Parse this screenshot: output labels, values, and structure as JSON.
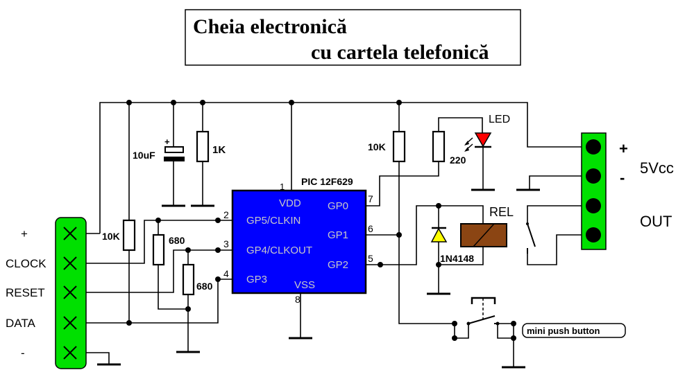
{
  "title": {
    "line1": "Cheia electronică",
    "line2": "cu cartela telefonică"
  },
  "card_connector": {
    "pins": [
      "+",
      "CLOCK",
      "RESET",
      "DATA",
      "-"
    ],
    "color": "#00e000"
  },
  "power_connector": {
    "labels": {
      "plus": "+",
      "minus": "-",
      "supply": "5Vcc",
      "out": "OUT"
    },
    "color": "#00e000"
  },
  "components": {
    "c1": "10uF",
    "c1_polarity": "+",
    "r_1k": "1K",
    "r_10k_left": "10K",
    "r_680_a": "680",
    "r_680_b": "680",
    "r_10k_right": "10K",
    "r_220": "220",
    "led": "LED",
    "relay": "REL",
    "diode": "1N4148",
    "button": "mini push button"
  },
  "chip": {
    "name": "PIC 12F629",
    "color": "#0000ff",
    "pins_left": [
      {
        "num": "2",
        "label": "GP5/CLKIN"
      },
      {
        "num": "3",
        "label": "GP4/CLKOUT"
      },
      {
        "num": "4",
        "label": "GP3"
      }
    ],
    "pins_right": [
      {
        "num": "7",
        "label": "GP0"
      },
      {
        "num": "6",
        "label": "GP1"
      },
      {
        "num": "5",
        "label": "GP2"
      }
    ],
    "vdd": {
      "num": "1",
      "label": "VDD"
    },
    "vss": {
      "num": "8",
      "label": "VSS"
    }
  },
  "colors": {
    "led": "#ff0000",
    "diode": "#ffff00",
    "relay": "#8b4513"
  }
}
